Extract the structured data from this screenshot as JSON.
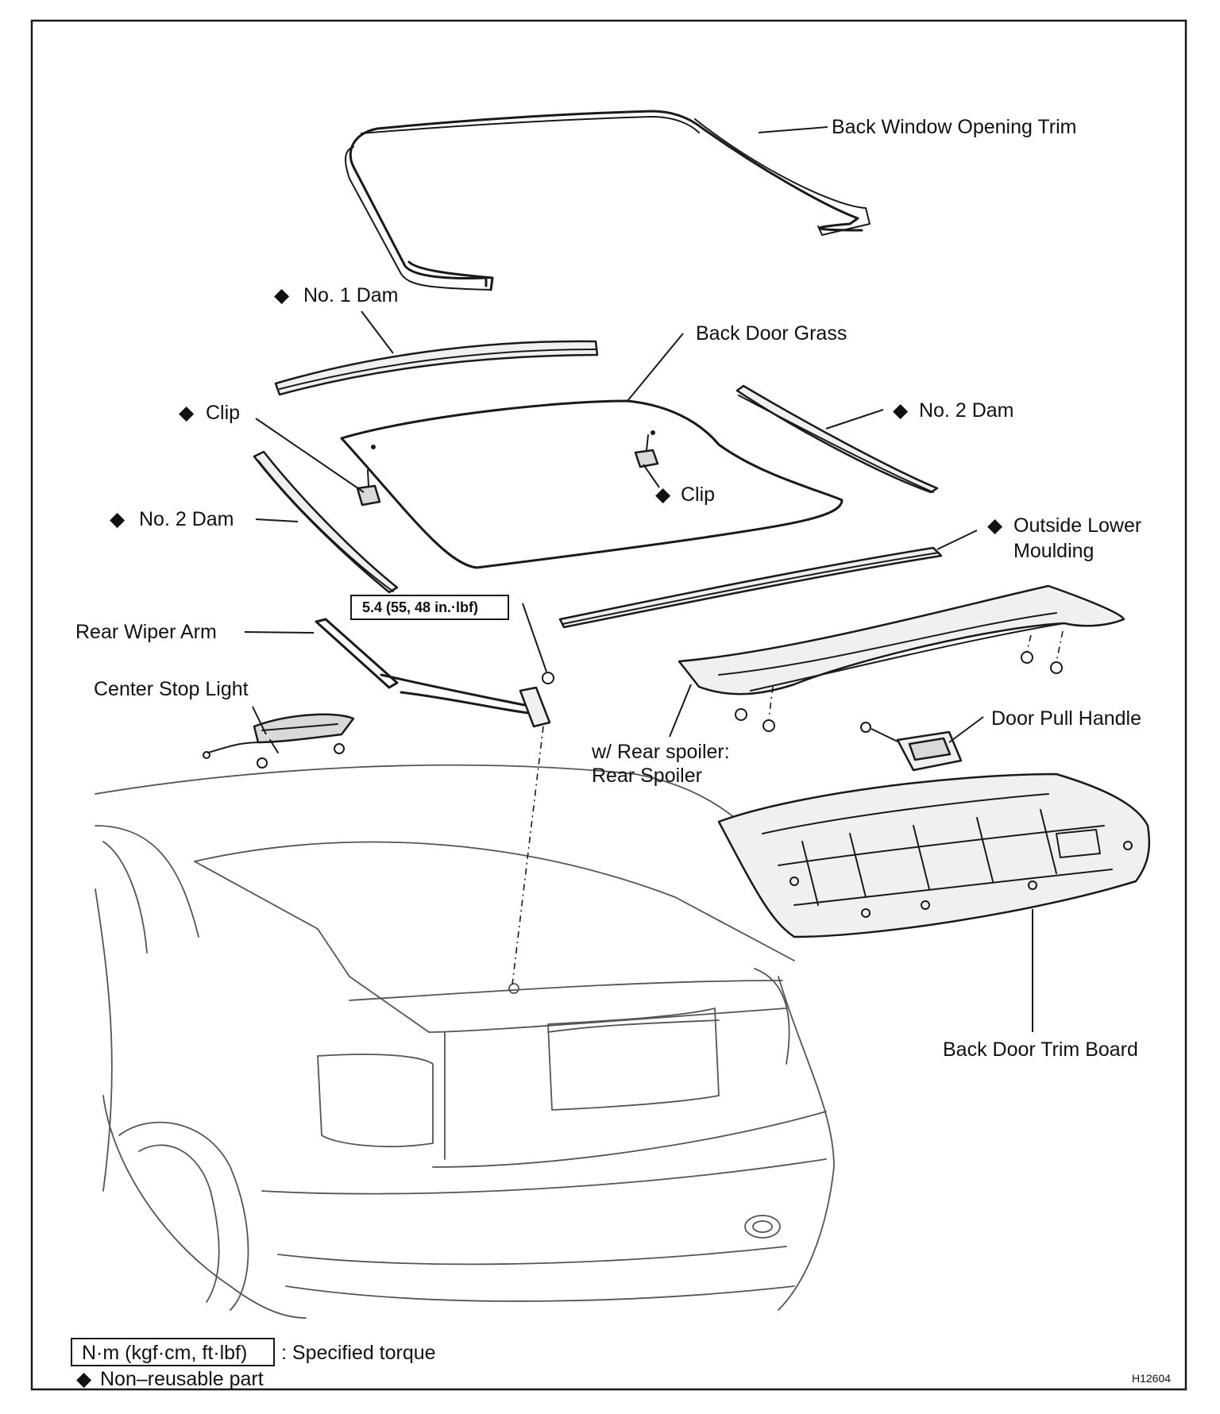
{
  "labels": {
    "back_window_opening_trim": "Back Window Opening Trim",
    "no1_dam": "No. 1 Dam",
    "back_door_glass": "Back Door Grass",
    "clip_left": "Clip",
    "clip_center": "Clip",
    "no2_dam_right": "No. 2 Dam",
    "no2_dam_left": "No. 2 Dam",
    "outside_lower_moulding_line1": "Outside Lower",
    "outside_lower_moulding_line2": "Moulding",
    "rear_wiper_arm": "Rear Wiper Arm",
    "center_stop_light": "Center Stop Light",
    "rear_spoiler_line1": "w/ Rear spoiler:",
    "rear_spoiler_line2": "Rear Spoiler",
    "door_pull_handle": "Door Pull Handle",
    "back_door_trim_board": "Back Door Trim Board"
  },
  "torque_spec": "5.4 (55, 48 in.·lbf)",
  "legend": {
    "torque_unit": "N·m (kgf·cm, ft·lbf)",
    "torque_desc": ": Specified torque",
    "nonreusable_desc": "Non–reusable part"
  },
  "figure_code": "H12604",
  "marker_symbol": "◆"
}
